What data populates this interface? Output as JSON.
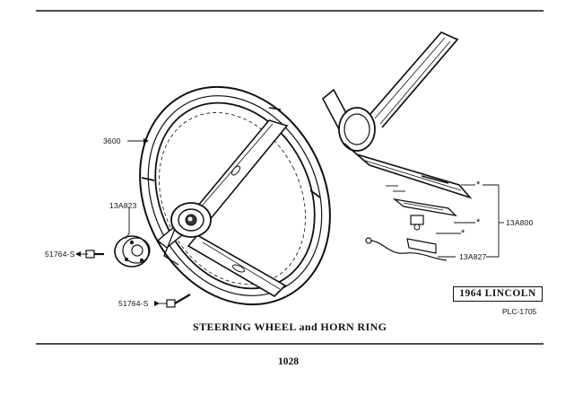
{
  "labels": {
    "steering_wheel": "3600",
    "hub_plate": "13A823",
    "screw_left": "51764-S",
    "screw_bottom": "51764-S",
    "horn_ring_parts": "13A800",
    "horn_wire": "13A827"
  },
  "marker": "*",
  "caption": "STEERING WHEEL and HORN RING",
  "badge": "1964 LINCOLN",
  "plate_code": "PLC-1705",
  "page_number": "1028"
}
